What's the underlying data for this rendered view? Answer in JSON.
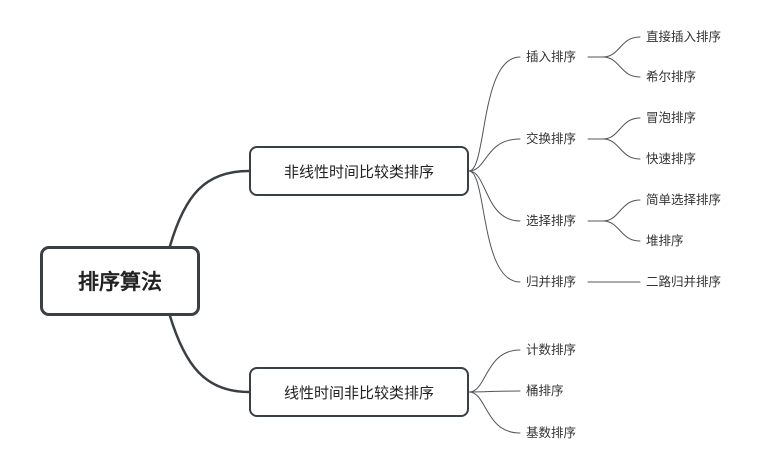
{
  "root": {
    "label": "排序算法"
  },
  "branches": [
    {
      "label": "非线性时间比较类排序",
      "children": [
        {
          "label": "插入排序",
          "children": [
            "直接插入排序",
            "希尔排序"
          ]
        },
        {
          "label": "交换排序",
          "children": [
            "冒泡排序",
            "快速排序"
          ]
        },
        {
          "label": "选择排序",
          "children": [
            "简单选择排序",
            "堆排序"
          ]
        },
        {
          "label": "归并排序",
          "children": [
            "二路归并排序"
          ]
        }
      ]
    },
    {
      "label": "线性时间非比较类排序",
      "children": [
        {
          "label": "计数排序"
        },
        {
          "label": "桶排序"
        },
        {
          "label": "基数排序"
        }
      ]
    }
  ]
}
